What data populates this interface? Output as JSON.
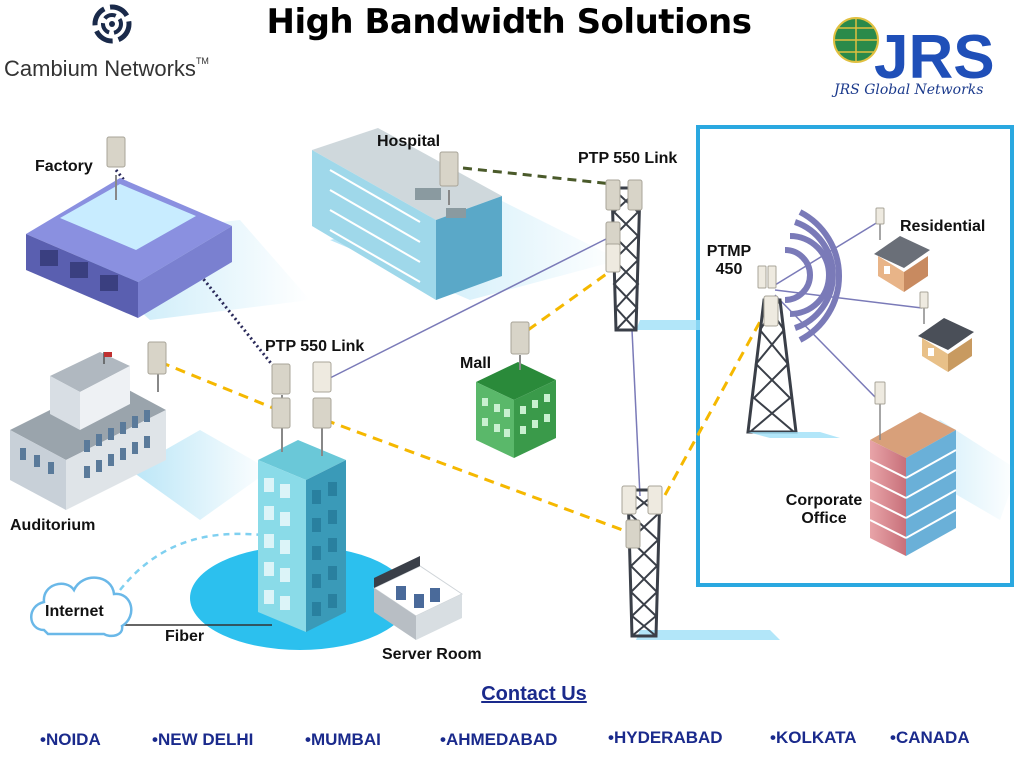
{
  "title": "High Bandwidth Solutions",
  "logos": {
    "left_brand": "Cambium Networks",
    "left_brand_tm": "TM",
    "right_brand_letters": "JRS",
    "right_brand": "JRS Global Networks"
  },
  "labels": {
    "factory": "Factory",
    "hospital": "Hospital",
    "ptp_link_top": "PTP 550 Link",
    "ptp_link_mid": "PTP 550 Link",
    "ptmp_line1": "PTMP",
    "ptmp_line2": "450",
    "residential": "Residential",
    "mall": "Mall",
    "auditorium": "Auditorium",
    "internet": "Internet",
    "fiber": "Fiber",
    "server_room": "Server Room",
    "corporate_line1": "Corporate",
    "corporate_line2": "Office"
  },
  "contact": {
    "heading": "Contact Us",
    "cities": [
      "•NOIDA",
      "•NEW DELHI",
      "•MUMBAI",
      "•AHMEDABAD",
      "•HYDERABAD",
      "•KOLKATA",
      "•CANADA"
    ]
  },
  "colors": {
    "title": "#000000",
    "contact_blue": "#1a2a8c",
    "frame_blue": "#2aa8e0",
    "link_yellow": "#f5b800",
    "link_green": "#4a5a2a",
    "link_dark": "#2a2a5a",
    "radio_purple": "#7a7ab8"
  }
}
